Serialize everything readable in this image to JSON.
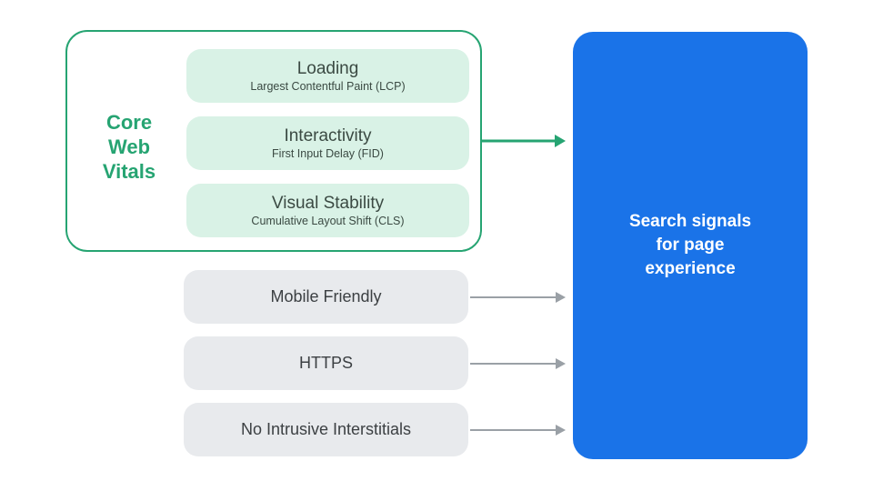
{
  "colors": {
    "green": "#26a472",
    "green_fill": "#d9f2e6",
    "green_text_dark": "#3b4a43",
    "gray_fill": "#e8eaed",
    "gray_text": "#3c4043",
    "arrow_gray": "#9aa0a6",
    "blue": "#1a73e8",
    "white": "#ffffff"
  },
  "core_web_vitals": {
    "label_lines": [
      "Core",
      "Web",
      "Vitals"
    ],
    "items": [
      {
        "title": "Loading",
        "subtitle": "Largest Contentful Paint (LCP)"
      },
      {
        "title": "Interactivity",
        "subtitle": "First Input Delay (FID)"
      },
      {
        "title": "Visual Stability",
        "subtitle": "Cumulative Layout Shift (CLS)"
      }
    ]
  },
  "other_signals": [
    {
      "label": "Mobile Friendly"
    },
    {
      "label": "HTTPS"
    },
    {
      "label": "No Intrusive Interstitials"
    }
  ],
  "result": {
    "label_lines": [
      "Search signals",
      "for page",
      "experience"
    ]
  }
}
